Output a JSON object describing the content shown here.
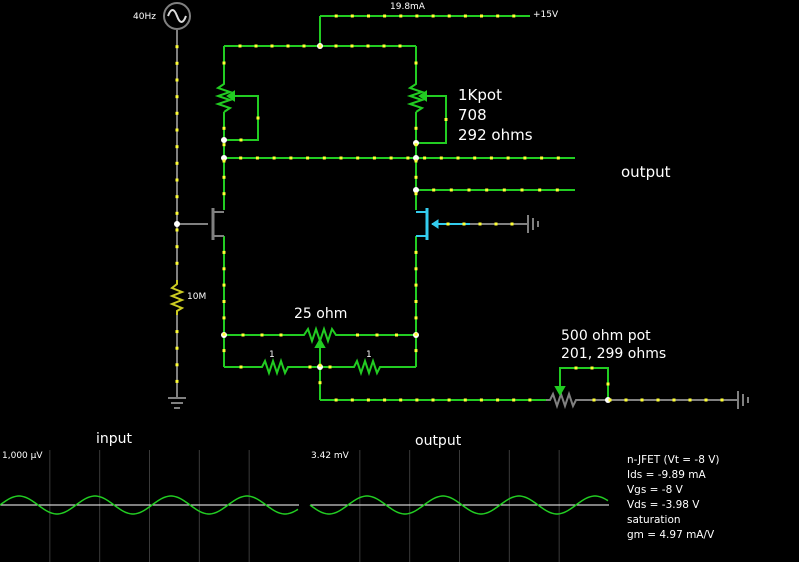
{
  "source": {
    "label": "40Hz"
  },
  "supply": {
    "current": "19.8mA",
    "voltage": "+15V"
  },
  "pot_1k": {
    "name": "1Kpot",
    "value": "708",
    "ohms": "292 ohms"
  },
  "output_label": "output",
  "bias_resistor": {
    "label": "10M"
  },
  "r_25": {
    "label": "25 ohm"
  },
  "r_left": {
    "label": "1"
  },
  "r_right": {
    "label": "1"
  },
  "pot_500": {
    "name": "500 ohm pot",
    "ohms": "201, 299 ohms"
  },
  "scope_input": {
    "title": "input",
    "scale": "1,000 µV"
  },
  "scope_output": {
    "title": "output",
    "scale": "3.42 mV"
  },
  "info_panel": {
    "line1": "n-JFET (Vt = -8 V)",
    "line2": "Ids = -9.89 mA",
    "line3": "Vgs = -8 V",
    "line4": "Vds = -3.98 V",
    "line5": "saturation",
    "line6": "gm = 4.97 mA/V"
  },
  "colors": {
    "wire_active": "#22cc22",
    "wire_idle": "#808080",
    "current_dot": "#ffff33",
    "jfet_right": "#33ccee",
    "scope_trace": "#22cc22",
    "scope_axis": "#ffffff",
    "scope_grid": "#3a3a3a"
  }
}
